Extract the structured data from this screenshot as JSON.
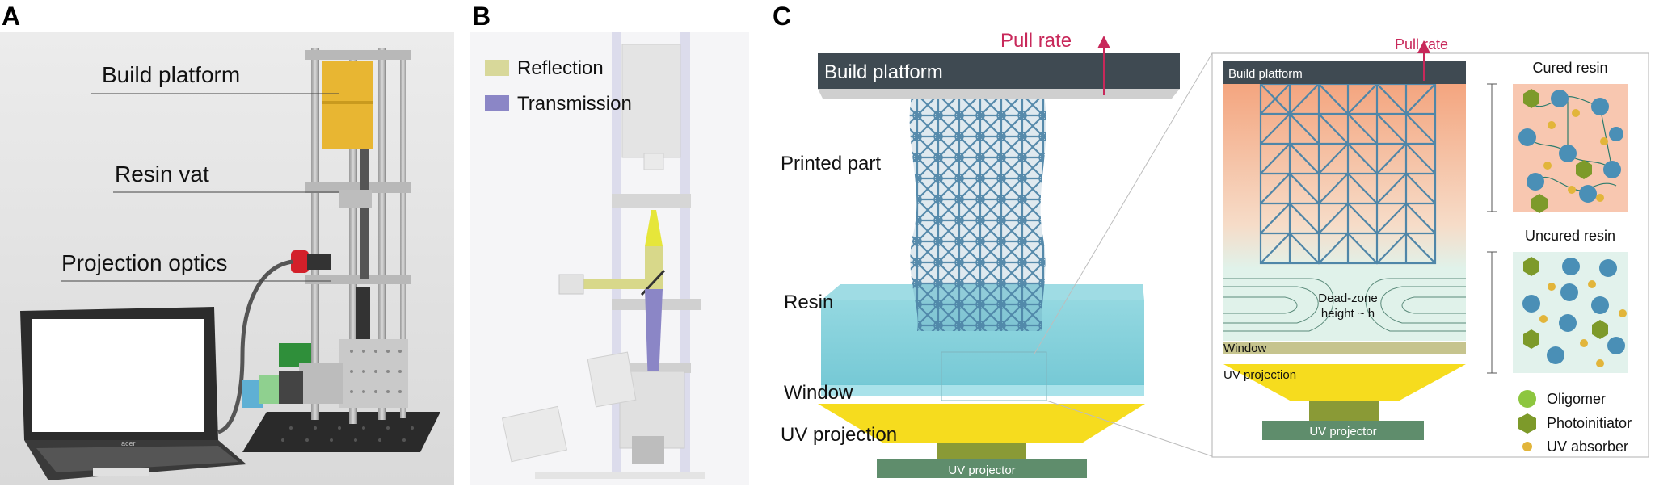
{
  "panels": {
    "a": {
      "letter": "A",
      "labels": {
        "build_platform": "Build platform",
        "resin_vat": "Resin vat",
        "projection_optics": "Projection optics"
      },
      "laptop_brand": "acer"
    },
    "b": {
      "letter": "B",
      "legend": {
        "reflection": "Reflection",
        "transmission": "Transmission"
      },
      "colors": {
        "reflection": "#d8d89a",
        "transmission": "#8b86c6"
      }
    },
    "c": {
      "letter": "C",
      "left": {
        "pull_rate": "Pull rate",
        "build_platform": "Build platform",
        "printed_part": "Printed part",
        "resin": "Resin",
        "window": "Window",
        "uv_projection": "UV projection",
        "uv_projector": "UV projector"
      },
      "inset": {
        "pull_rate": "Pull rate",
        "build_platform": "Build platform",
        "dead_zone_line1": "Dead-zone",
        "dead_zone_line2": "height ~ h",
        "window": "Window",
        "uv_projection": "UV projection",
        "uv_projector": "UV projector"
      },
      "legend": {
        "cured_resin": "Cured resin",
        "uncured_resin": "Uncured resin",
        "oligomer": "Oligomer",
        "photoinitiator": "Photoinitiator",
        "uv_absorber": "UV absorber"
      },
      "colors": {
        "pull_rate": "#c8285a",
        "lattice": "#4f86a8",
        "resin": "#7fd0dc",
        "uv": "#f6dc1e",
        "projector": "#5f8d6c",
        "oligomer": "#8dc63f",
        "photoinitiator": "#7d9a2a",
        "uv_absorber": "#e2b53a"
      }
    }
  }
}
